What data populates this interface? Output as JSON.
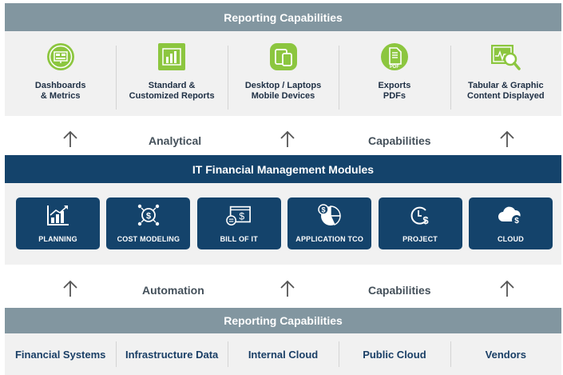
{
  "top": {
    "title": "Reporting Capabilities",
    "items": [
      {
        "label": "Dashboards\n& Metrics",
        "icon": "dashboard-icon"
      },
      {
        "label": "Standard &\nCustomized Reports",
        "icon": "bar-report-icon"
      },
      {
        "label": "Desktop / Laptops\nMobile Devices",
        "icon": "devices-icon"
      },
      {
        "label": "Exports\nPDFs",
        "icon": "pdf-export-icon"
      },
      {
        "label": "Tabular & Graphic\nContent Displayed",
        "icon": "magnify-chart-icon"
      }
    ]
  },
  "upper_arrows": {
    "left_text": "Analytical",
    "right_text": "Capabilities"
  },
  "modules": {
    "title": "IT Financial Management Modules",
    "items": [
      {
        "label": "PLANNING",
        "icon": "growth-chart-icon"
      },
      {
        "label": "COST MODELING",
        "icon": "dollar-network-icon"
      },
      {
        "label": "BILL OF IT",
        "icon": "bill-icon"
      },
      {
        "label": "APPLICATION TCO",
        "icon": "pie-dollar-icon"
      },
      {
        "label": "PROJECT",
        "icon": "clock-dollar-icon"
      },
      {
        "label": "CLOUD",
        "icon": "cloud-dollar-icon"
      }
    ]
  },
  "lower_arrows": {
    "left_text": "Automation",
    "right_text": "Capabilities"
  },
  "bottom": {
    "title": "Reporting Capabilities",
    "sources": [
      "Financial Systems",
      "Infrastructure Data",
      "Internal Cloud",
      "Public Cloud",
      "Vendors"
    ]
  },
  "colors": {
    "grey_header": "#8296a0",
    "navy": "#14436b",
    "green": "#8cc63f",
    "text_dark": "#1e2f44"
  }
}
